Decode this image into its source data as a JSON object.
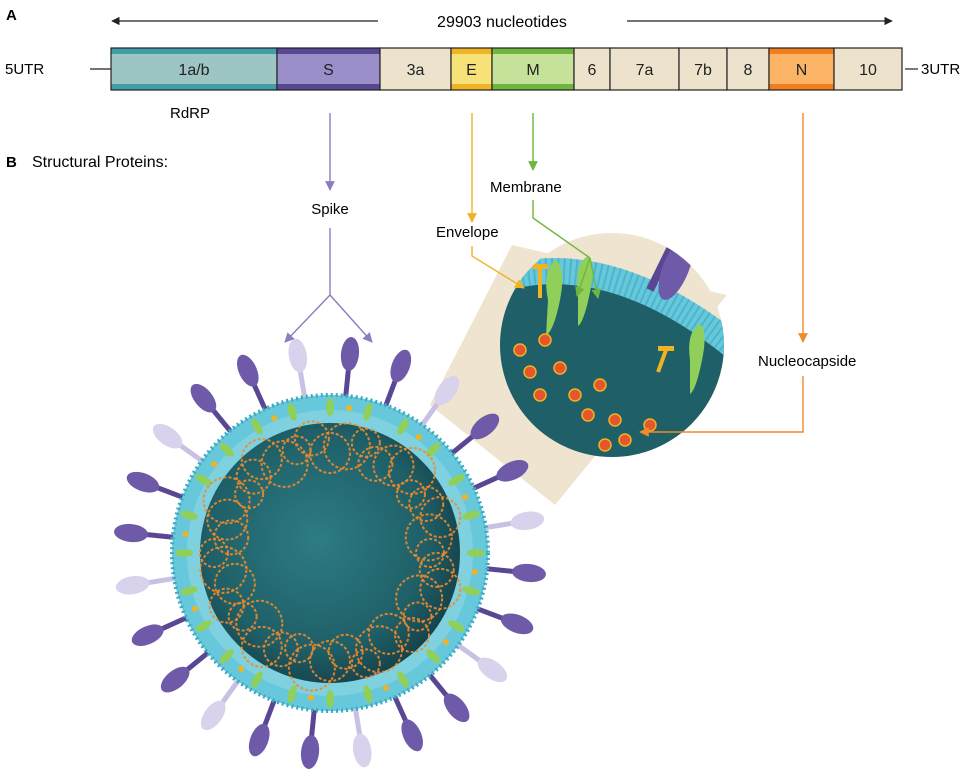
{
  "panel_a": {
    "letter": "A",
    "length_label": "29903 nucleotides",
    "utr5": "5UTR",
    "utr3": "3UTR",
    "rdrp_label": "RdRP",
    "genes": [
      {
        "label": "1a/b",
        "color": "#9cc5c4",
        "band": "#3f9ea6"
      },
      {
        "label": "S",
        "color": "#9b8fc9",
        "band": "#5a4794"
      },
      {
        "label": "3a",
        "color": "#ede3cd",
        "band": "#ede3cd"
      },
      {
        "label": "E",
        "color": "#f7e27a",
        "band": "#f0b323"
      },
      {
        "label": "M",
        "color": "#c6e29a",
        "band": "#6fb63f"
      },
      {
        "label": "6",
        "color": "#ede3cd",
        "band": "#ede3cd"
      },
      {
        "label": "7a",
        "color": "#ede3cd",
        "band": "#ede3cd"
      },
      {
        "label": "7b",
        "color": "#ede3cd",
        "band": "#ede3cd"
      },
      {
        "label": "8",
        "color": "#ede3cd",
        "band": "#ede3cd"
      },
      {
        "label": "N",
        "color": "#fbb466",
        "band": "#f07d1e"
      },
      {
        "label": "10",
        "color": "#ede3cd",
        "band": "#ede3cd"
      }
    ]
  },
  "panel_b": {
    "letter": "B",
    "title": "Structural Proteins:",
    "spike": "Spike",
    "membrane": "Membrane",
    "envelope": "Envelope",
    "nucleocapside": "Nucleocapside"
  },
  "colors": {
    "spike": "#8f7bc0",
    "envelope": "#f0b323",
    "membrane": "#6fb63f",
    "nucleocapsid": "#f08a2a",
    "virion_core": "#1f5f67",
    "lipid": "#67c8db",
    "zoom_bg": "#efe4cf"
  }
}
